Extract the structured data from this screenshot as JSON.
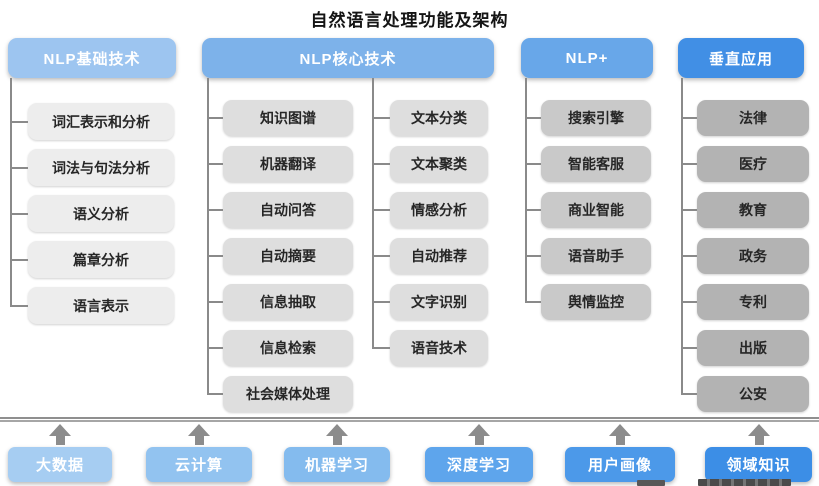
{
  "title": "自然语言处理功能及架构",
  "columns": [
    {
      "header": "NLP基础技术",
      "header_color": "#9dc5f0",
      "item_color": "#ededed",
      "items": [
        "词汇表示和分析",
        "词法与句法分析",
        "语义分析",
        "篇章分析",
        "语言表示"
      ]
    },
    {
      "header": "NLP核心技术",
      "header_color": "#7db2ea",
      "item_color": "#dedede",
      "items_left": [
        "知识图谱",
        "机器翻译",
        "自动问答",
        "自动摘要",
        "信息抽取",
        "信息检索",
        "社会媒体处理"
      ],
      "items_right": [
        "文本分类",
        "文本聚类",
        "情感分析",
        "自动推荐",
        "文字识别",
        "语音技术"
      ]
    },
    {
      "header": "NLP+",
      "header_color": "#68a7e9",
      "item_color": "#c9c9c9",
      "items": [
        "搜索引擎",
        "智能客服",
        "商业智能",
        "语音助手",
        "舆情监控"
      ]
    },
    {
      "header": "垂直应用",
      "header_color": "#418fe5",
      "item_color": "#b3b3b3",
      "items": [
        "法律",
        "医疗",
        "教育",
        "政务",
        "专利",
        "出版",
        "公安"
      ]
    }
  ],
  "foundations": [
    {
      "label": "大数据",
      "color": "#a6cdf2"
    },
    {
      "label": "云计算",
      "color": "#92c3f0"
    },
    {
      "label": "机器学习",
      "color": "#84bbee"
    },
    {
      "label": "深度学习",
      "color": "#5ea5ec"
    },
    {
      "label": "用户画像",
      "color": "#4c99e9"
    },
    {
      "label": "领域知识",
      "color": "#3c8ee6"
    }
  ],
  "connector_color": "#8a8a8a",
  "arrow_color": "#8c8c8c"
}
